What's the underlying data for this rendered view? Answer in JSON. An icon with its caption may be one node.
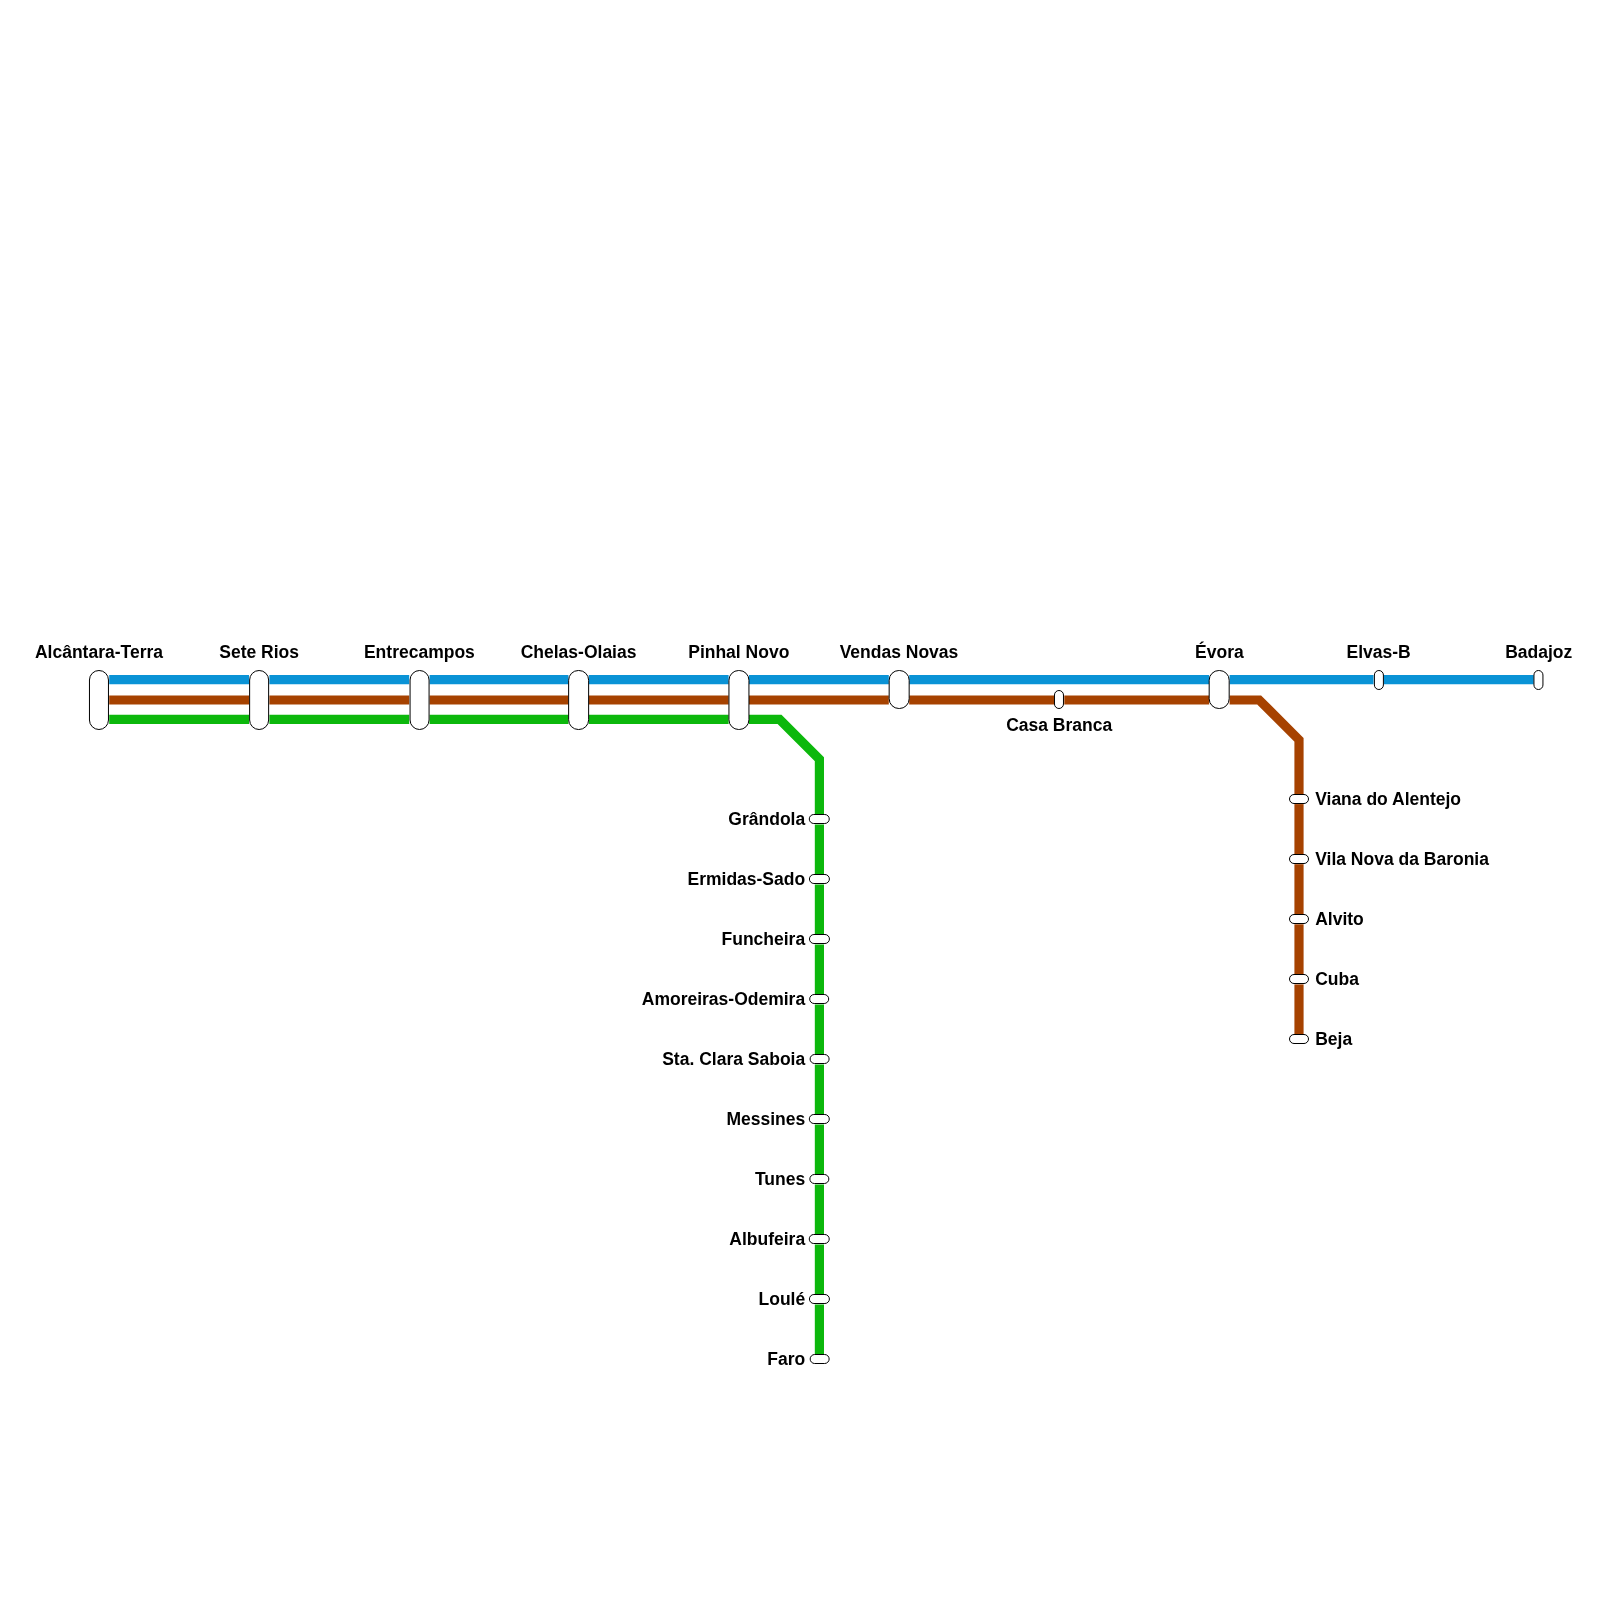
{
  "diagram": {
    "nodes": [
      {
        "text": [
          "Alcântara-Terra"
        ]
      },
      {
        "text": [
          "Sete Rios"
        ]
      },
      {
        "text": [
          "Entrecampos"
        ]
      },
      {
        "text": [
          "Chelas-Olaias"
        ]
      },
      {
        "text": [
          "Pinhal Novo"
        ]
      },
      {
        "text": [
          "Vendas Novas"
        ]
      },
      {
        "text": [
          "Casa Branca"
        ]
      },
      {
        "text": [
          "Évora"
        ]
      },
      {
        "text": [
          "Elvas-B"
        ]
      },
      {
        "text": [
          "Badajoz"
        ]
      },
      {
        "text": [
          "Grândola"
        ]
      },
      {
        "text": [
          "Ermidas-Sado"
        ]
      },
      {
        "text": [
          "Funcheira"
        ]
      },
      {
        "text": [
          "Amoreiras-Odemira"
        ]
      },
      {
        "text": [
          "Sta. Clara Saboia"
        ]
      },
      {
        "text": [
          "Messines"
        ]
      },
      {
        "text": [
          "Tunes"
        ]
      },
      {
        "text": [
          "Albufeira"
        ]
      },
      {
        "text": [
          "Loulé"
        ]
      },
      {
        "text": [
          "Faro"
        ]
      },
      {
        "text": [
          "Viana do Alentejo"
        ]
      },
      {
        "text": [
          "Vila Nova da Baronia"
        ]
      },
      {
        "text": [
          "Alvito"
        ]
      },
      {
        "text": [
          "Cuba"
        ]
      },
      {
        "text": [
          "Beja"
        ]
      }
    ],
    "edges": [
      {
        "from": 0,
        "to": 1,
        "arrow": "none",
        "color": "#0a93d6"
      },
      {
        "from": 1,
        "to": 2,
        "arrow": "none",
        "color": "#0a93d6"
      },
      {
        "from": 2,
        "to": 3,
        "arrow": "none",
        "color": "#0a93d6"
      },
      {
        "from": 3,
        "to": 4,
        "arrow": "none",
        "color": "#0a93d6"
      },
      {
        "from": 4,
        "to": 5,
        "arrow": "none",
        "color": "#0a93d6"
      },
      {
        "from": 5,
        "to": 7,
        "arrow": "none",
        "color": "#0a93d6"
      },
      {
        "from": 7,
        "to": 8,
        "arrow": "none",
        "color": "#0a93d6"
      },
      {
        "from": 8,
        "to": 9,
        "arrow": "none",
        "color": "#0a93d6"
      },
      {
        "from": 0,
        "to": 1,
        "arrow": "none",
        "color": "#a64200"
      },
      {
        "from": 1,
        "to": 2,
        "arrow": "none",
        "color": "#a64200"
      },
      {
        "from": 2,
        "to": 3,
        "arrow": "none",
        "color": "#a64200"
      },
      {
        "from": 3,
        "to": 4,
        "arrow": "none",
        "color": "#a64200"
      },
      {
        "from": 4,
        "to": 5,
        "arrow": "none",
        "color": "#a64200"
      },
      {
        "from": 5,
        "to": 6,
        "arrow": "none",
        "color": "#a64200"
      },
      {
        "from": 6,
        "to": 7,
        "arrow": "none",
        "color": "#a64200"
      },
      {
        "from": 7,
        "to": 20,
        "arrow": "none",
        "color": "#a64200"
      },
      {
        "from": 20,
        "to": 21,
        "arrow": "none",
        "color": "#a64200"
      },
      {
        "from": 21,
        "to": 22,
        "arrow": "none",
        "color": "#a64200"
      },
      {
        "from": 22,
        "to": 23,
        "arrow": "none",
        "color": "#a64200"
      },
      {
        "from": 23,
        "to": 24,
        "arrow": "none",
        "color": "#a64200"
      },
      {
        "from": 0,
        "to": 1,
        "arrow": "none",
        "color": "#0cb80c"
      },
      {
        "from": 1,
        "to": 2,
        "arrow": "none",
        "color": "#0cb80c"
      },
      {
        "from": 2,
        "to": 3,
        "arrow": "none",
        "color": "#0cb80c"
      },
      {
        "from": 3,
        "to": 4,
        "arrow": "none",
        "color": "#0cb80c"
      },
      {
        "from": 4,
        "to": 10,
        "arrow": "none",
        "color": "#0cb80c"
      },
      {
        "from": 10,
        "to": 11,
        "arrow": "none",
        "color": "#0cb80c"
      },
      {
        "from": 11,
        "to": 12,
        "arrow": "none",
        "color": "#0cb80c"
      },
      {
        "from": 12,
        "to": 13,
        "arrow": "none",
        "color": "#0cb80c"
      },
      {
        "from": 13,
        "to": 14,
        "arrow": "none",
        "color": "#0cb80c"
      },
      {
        "from": 14,
        "to": 15,
        "arrow": "none",
        "color": "#0cb80c"
      },
      {
        "from": 15,
        "to": 16,
        "arrow": "none",
        "color": "#0cb80c"
      },
      {
        "from": 16,
        "to": 17,
        "arrow": "none",
        "color": "#0cb80c"
      },
      {
        "from": 17,
        "to": 18,
        "arrow": "none",
        "color": "#0cb80c"
      },
      {
        "from": 18,
        "to": 19,
        "arrow": "none",
        "color": "#0cb80c"
      }
    ]
  }
}
